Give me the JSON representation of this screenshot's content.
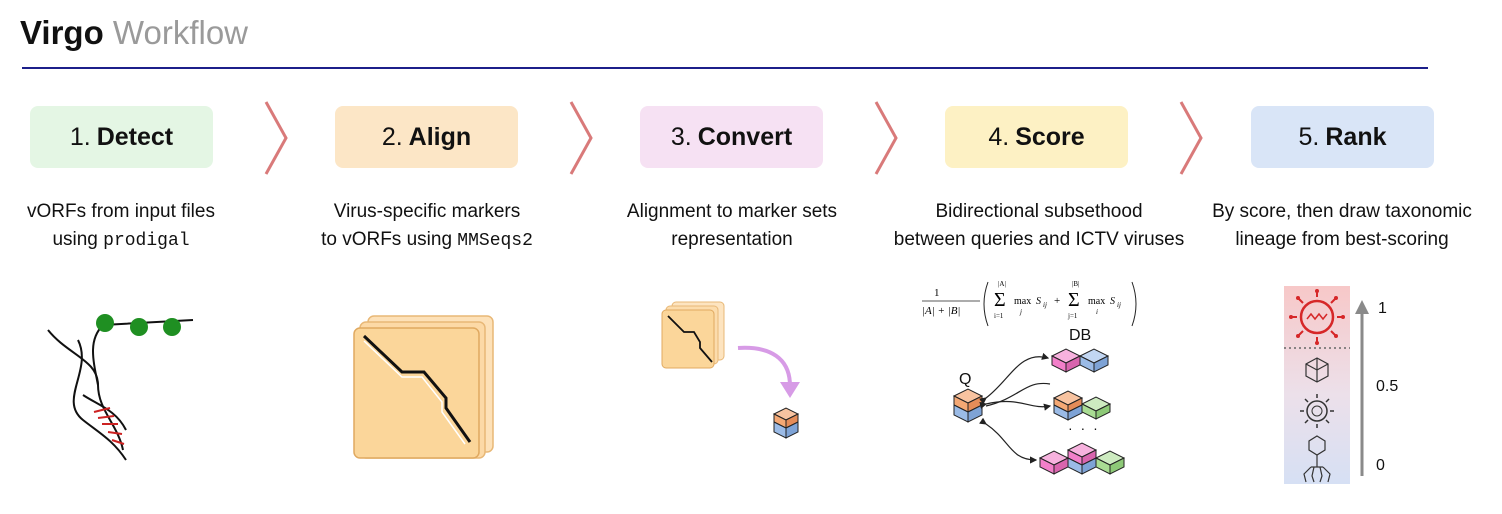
{
  "title": {
    "main": "Virgo",
    "sub": "Workflow"
  },
  "steps": [
    {
      "num": "1.",
      "name": "Detect",
      "bg": "#e4f6e4",
      "desc_line1": "vORFs from input files",
      "desc_line2_prefix": "using ",
      "desc_line2_code": "prodigal"
    },
    {
      "num": "2.",
      "name": "Align",
      "bg": "#fce6c6",
      "desc_line1": "Virus-specific markers",
      "desc_line2_prefix": "to vORFs using ",
      "desc_line2_code": "MMSeqs2"
    },
    {
      "num": "3.",
      "name": "Convert",
      "bg": "#f6e1f3",
      "desc_line1": "Alignment to marker sets",
      "desc_line2_prefix": "representation",
      "desc_line2_code": ""
    },
    {
      "num": "4.",
      "name": "Score",
      "bg": "#fdf1c4",
      "desc_line1": "Bidirectional subsethood",
      "desc_line2_prefix": "between queries and ICTV viruses",
      "desc_line2_code": ""
    },
    {
      "num": "5.",
      "name": "Rank",
      "bg": "#d9e5f7",
      "desc_line1": "By score, then draw taxonomic",
      "desc_line2_prefix": "lineage from best-scoring",
      "desc_line2_code": ""
    }
  ],
  "score_panel": {
    "query_label": "Q",
    "db_label": "DB",
    "ellipsis": "· · ·"
  },
  "rank_panel": {
    "tick_top": "1",
    "tick_mid": "0.5",
    "tick_bottom": "0"
  },
  "colors": {
    "rule": "#1c1f8a",
    "chevron": "#d97a7a",
    "green_bead": "#1f8f22",
    "helix_red": "#cc2222",
    "matrix_fill": "#fbd69a",
    "orange": "#f4a874",
    "blue": "#9bbbe6",
    "pink": "#f27fc9",
    "green": "#a9dc93",
    "purple_arrow": "#d79be6",
    "virus_red": "#d62728"
  }
}
